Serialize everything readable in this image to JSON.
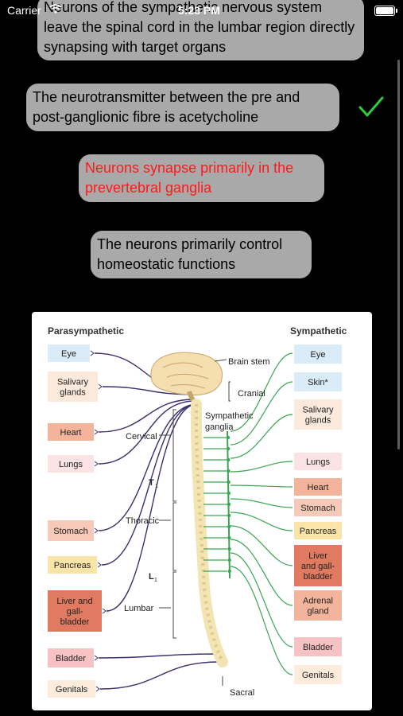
{
  "status_bar": {
    "carrier": "Carrier",
    "time": "5:23 PM"
  },
  "answers": [
    {
      "text": "Neurons of the sympathetic nervous system leave the spinal cord in the lumbar region directly synapsing with target organs",
      "state": "default"
    },
    {
      "text": "The neurotransmitter between the pre and post-ganglionic fibre is acetycholine",
      "state": "correct"
    },
    {
      "text": "Neurons synapse primarily in the prevertebral ganglia",
      "state": "incorrect"
    },
    {
      "text": "The neurons primarily control homeostatic functions",
      "state": "default"
    }
  ],
  "colors": {
    "bubble": "#a9a9a9",
    "incorrect_text": "#ff1a1a",
    "check": "#2ecc40"
  },
  "figure": {
    "parasympathetic_label": "Parasympathetic",
    "sympathetic_label": "Sympathetic",
    "left_organs": [
      {
        "line1": "Eye",
        "line2": "",
        "line3": "",
        "color": "#d9ecf7"
      },
      {
        "line1": "Salivary",
        "line2": "glands",
        "line3": "",
        "color": "#fbe9dc"
      },
      {
        "line1": "Heart",
        "line2": "",
        "line3": "",
        "color": "#f4b49b"
      },
      {
        "line1": "Lungs",
        "line2": "",
        "line3": "",
        "color": "#fbe3e4"
      },
      {
        "line1": "Stomach",
        "line2": "",
        "line3": "",
        "color": "#f6c9b8"
      },
      {
        "line1": "Pancreas",
        "line2": "",
        "line3": "",
        "color": "#fbe4a8"
      },
      {
        "line1": "Liver and",
        "line2": "gall-",
        "line3": "bladder",
        "color": "#e07a60"
      },
      {
        "line1": "Bladder",
        "line2": "",
        "line3": "",
        "color": "#f7c2c4"
      },
      {
        "line1": "Genitals",
        "line2": "",
        "line3": "",
        "color": "#fdebdc"
      }
    ],
    "right_organs": [
      {
        "line1": "Eye",
        "line2": "",
        "line3": "",
        "color": "#d9ecf7"
      },
      {
        "line1": "Skin*",
        "line2": "",
        "line3": "",
        "color": "#d9ecf7"
      },
      {
        "line1": "Salivary",
        "line2": "glands",
        "line3": "",
        "color": "#fbe9dc"
      },
      {
        "line1": "Lungs",
        "line2": "",
        "line3": "",
        "color": "#fbe3e4"
      },
      {
        "line1": "Heart",
        "line2": "",
        "line3": "",
        "color": "#f4b49b"
      },
      {
        "line1": "Stomach",
        "line2": "",
        "line3": "",
        "color": "#f6c9b8"
      },
      {
        "line1": "Pancreas",
        "line2": "",
        "line3": "",
        "color": "#fbe4a8"
      },
      {
        "line1": "Liver",
        "line2": "and gall-",
        "line3": "bladder",
        "color": "#e07a60"
      },
      {
        "line1": "Adrenal",
        "line2": "gland",
        "line3": "",
        "color": "#f4b49b"
      },
      {
        "line1": "Bladder",
        "line2": "",
        "line3": "",
        "color": "#f7c2c4"
      },
      {
        "line1": "Genitals",
        "line2": "",
        "line3": "",
        "color": "#fdebdc"
      }
    ],
    "labels": {
      "brain_stem": "Brain stem",
      "cranial": "Cranial",
      "sympathetic_ganglia_1": "Sympathetic",
      "sympathetic_ganglia_2": "ganglia",
      "cervical": "Cervical",
      "t1": "T",
      "t1_sub": "1",
      "thoracic": "Thoracic",
      "l1": "L",
      "l1_sub": "1",
      "lumbar": "Lumbar",
      "sacral": "Sacral"
    }
  }
}
